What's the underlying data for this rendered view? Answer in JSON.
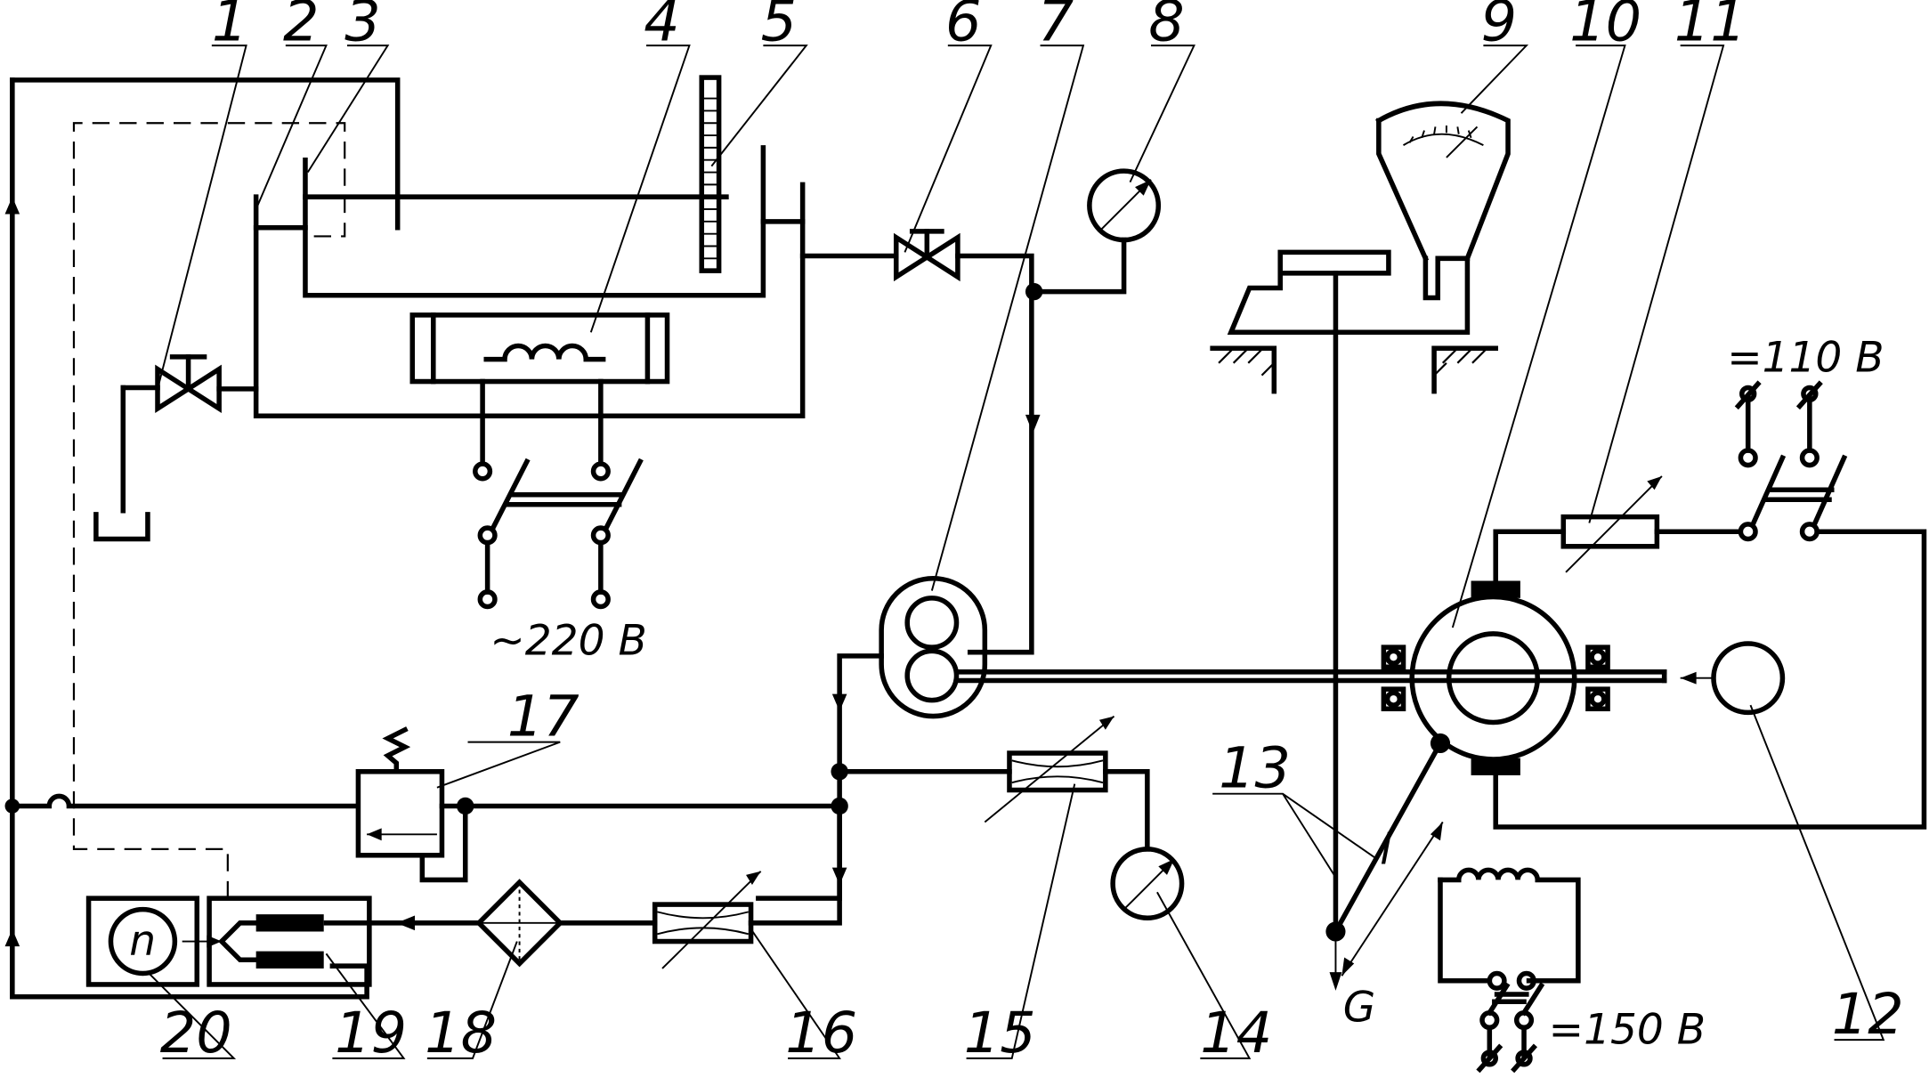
{
  "callouts": [
    "1",
    "2",
    "3",
    "4",
    "5",
    "6",
    "7",
    "8",
    "9",
    "10",
    "11",
    "12",
    "13",
    "14",
    "15",
    "16",
    "17",
    "18",
    "19",
    "20"
  ],
  "voltages": {
    "heater_supply": "~220 В",
    "field_supply": "=110 В",
    "coil_supply": "=150 В"
  },
  "symbols": {
    "length": "l",
    "force": "G",
    "speed": "n"
  }
}
